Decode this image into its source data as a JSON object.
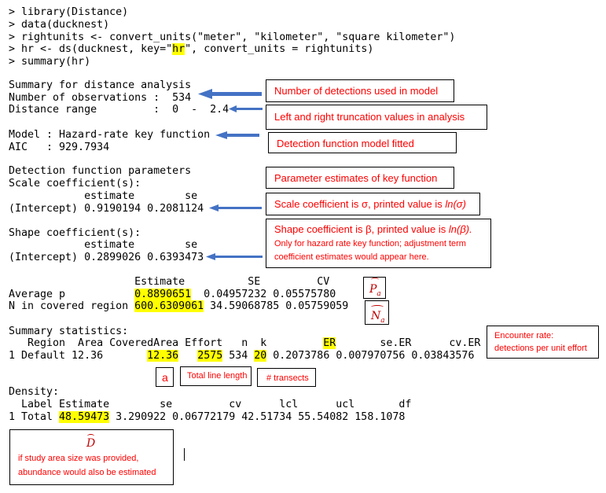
{
  "console": {
    "commands": [
      {
        "prompt": "> ",
        "pre": "library(Distance)",
        "hl": "",
        "post": ""
      },
      {
        "prompt": "> ",
        "pre": "data(ducknest)",
        "hl": "",
        "post": ""
      },
      {
        "prompt": "> ",
        "pre": "rightunits <- convert_units(\"meter\", \"kilometer\", \"square kilometer\")",
        "hl": "",
        "post": ""
      },
      {
        "prompt": "> ",
        "pre": "hr <- ds(ducknest, key=\"",
        "hl": "hr",
        "post": "\", convert_units = rightunits)"
      },
      {
        "prompt": "> ",
        "pre": "summary(hr)",
        "hl": "",
        "post": ""
      }
    ],
    "summary_title": "Summary for distance analysis",
    "n_obs_line": "Number of observations :  534",
    "distance_range_line": "Distance range         :  0  -  2.4",
    "model_line": "Model : Hazard-rate key function",
    "aic_line": "AIC   : 929.7934",
    "detfn_title": "Detection function parameters",
    "scale_title": "Scale coefficient(s):",
    "scale_header": "            estimate        se",
    "scale_row": "(Intercept) 0.9190194 0.2081124",
    "shape_title": "Shape coefficient(s):",
    "shape_header": "            estimate        se",
    "shape_row": "(Intercept) 0.2899026 0.6393473",
    "p_header": "                    Estimate          SE         CV",
    "avg_p_label": "Average p           ",
    "avg_p_estimate": "0.8890651",
    "avg_p_rest": "  0.04957232 0.05575780",
    "n_cov_label": "N in covered region ",
    "n_cov_estimate": "600.6309061",
    "n_cov_rest": " 34.59068785 0.05759059",
    "summary_stats_title": "Summary statistics:",
    "summary_stats_header_pre": "   Region  Area CoveredArea Effort   n  k         ",
    "summary_stats_header_er": "ER",
    "summary_stats_header_post": "       se.ER      cv.ER",
    "ss_row": {
      "prefix": "1 Default 12.36       ",
      "covered_area": "12.36",
      "gap1": "   ",
      "effort": "2575",
      "n": " 534 ",
      "k": "20",
      "rest": " 0.2073786 0.007970756 0.03843576"
    },
    "density_title": "Density:",
    "density_header": "  Label Estimate        se         cv      lcl      ucl       df",
    "density_row": {
      "prefix": "1 Total ",
      "estimate": "48.59473",
      "rest": " 3.290922 0.06772179 42.51734 55.54082 158.1078"
    }
  },
  "annotations": {
    "n_detections": "Number of detections used in model",
    "truncation": "Left and right truncation values in analysis",
    "model_fitted": "Detection function model fitted",
    "param_estimates": "Parameter estimates of key function",
    "scale_note_pre": "Scale coefficient is σ, printed value is ",
    "scale_note_math": "ln(σ)",
    "shape_note_pre": "Shape coefficient is β, printed value is ",
    "shape_note_math": "ln(β).",
    "shape_note_small_1": "Only for hazard rate key function; adjustment term",
    "shape_note_small_2": "coefficient estimates would appear here.",
    "p_hat": "P",
    "p_hat_sub": "a",
    "n_hat": "N",
    "n_hat_sub": "a",
    "encounter_1": "Encounter rate:",
    "encounter_2": "detections per unit effort",
    "a_label": "a",
    "line_length": "Total line length",
    "transects": "# transects",
    "d_hat": "D",
    "abundance_1": "if study area size was provided,",
    "abundance_2": "abundance would also be estimated"
  },
  "colors": {
    "highlight": "#ffff00",
    "annotation_text": "#ff0000",
    "arrow": "#4472c4"
  }
}
